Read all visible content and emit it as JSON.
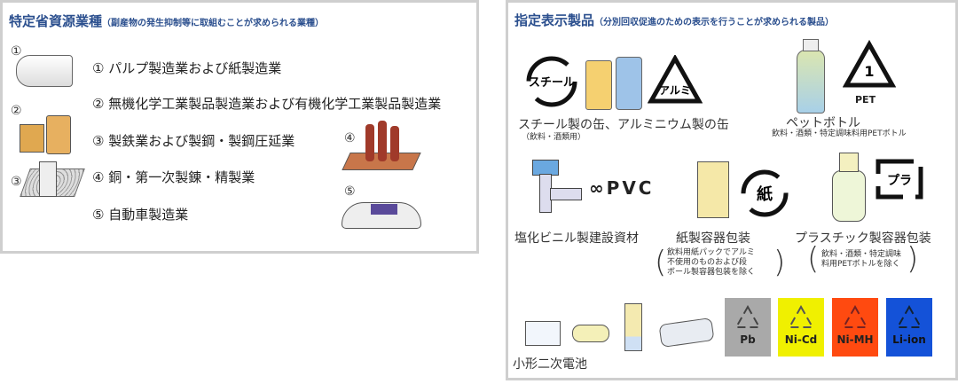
{
  "left": {
    "title": "特定省資源業種",
    "subtitle": "（副産物の発生抑制等に取組むことが求められる業種）",
    "items": [
      "① パルプ製造業および紙製造業",
      "② 無機化学工業製品製造業および有機化学工業製品製造業",
      "③ 製鉄業および製鋼・製鋼圧延業",
      "④ 銅・第一次製錬・精製業",
      "⑤ 自動車製造業"
    ],
    "markers": [
      "①",
      "②",
      "③",
      "④",
      "⑤"
    ]
  },
  "right": {
    "title": "指定表示製品",
    "subtitle": "（分別回収促進のための表示を行うことが求められる製品）",
    "steel_mark": "スチール",
    "alu_mark": "アルミ",
    "pet_num": "1",
    "pet_mark": "PET",
    "paper_mark": "紙",
    "pla_mark": "プラ",
    "pvc_mark": "∞PVC",
    "cans_label": "スチール製の缶、アルミニウム製の缶",
    "cans_note": "（飲料・酒類用）",
    "pet_label": "ペットボトル",
    "pet_note": "飲料・酒類・特定調味料用PETボトル",
    "pvc_label": "塩化ビニル製建設資材",
    "paper_label": "紙製容器包装",
    "paper_note": [
      "飲料用紙パックでアルミ",
      "不使用のものおよび段",
      "ボール製容器包装を除く"
    ],
    "plastic_label": "プラスチック製容器包装",
    "plastic_note": [
      "飲料・酒類・特定調味",
      "料用PETボトルを除く"
    ],
    "battery_label": "小形二次電池",
    "batteries": [
      {
        "name": "Pb",
        "color": "#a9a9a9"
      },
      {
        "name": "Ni-Cd",
        "color": "#f0f000"
      },
      {
        "name": "Ni-MH",
        "color": "#ff4a10"
      },
      {
        "name": "Li-ion",
        "color": "#1452d8"
      }
    ]
  }
}
